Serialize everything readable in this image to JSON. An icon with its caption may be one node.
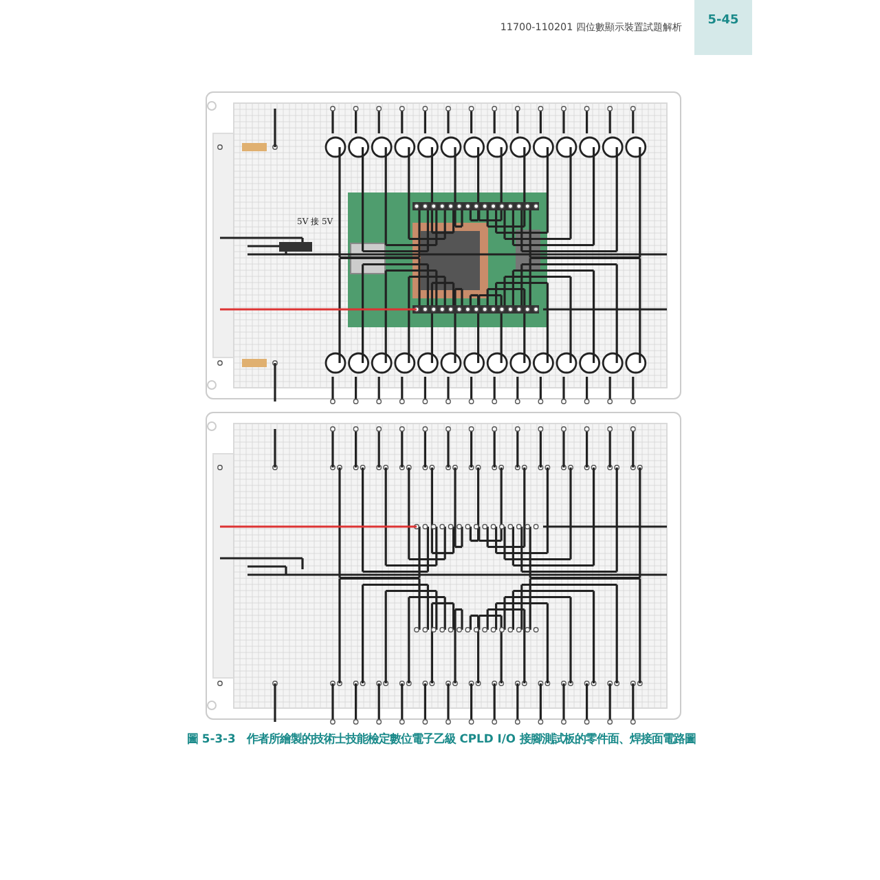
{
  "diagram": {
    "caption": "圖 5-3-3　作者所繪製的技術士技能檢定數位電子乙級 CPLD I/O 接腳測試板的零件面、焊接面電路圖",
    "labels": [
      "11700-110201 四位數顯示裝置試題解析",
      "5-45",
      "5V 接 5V"
    ]
  }
}
